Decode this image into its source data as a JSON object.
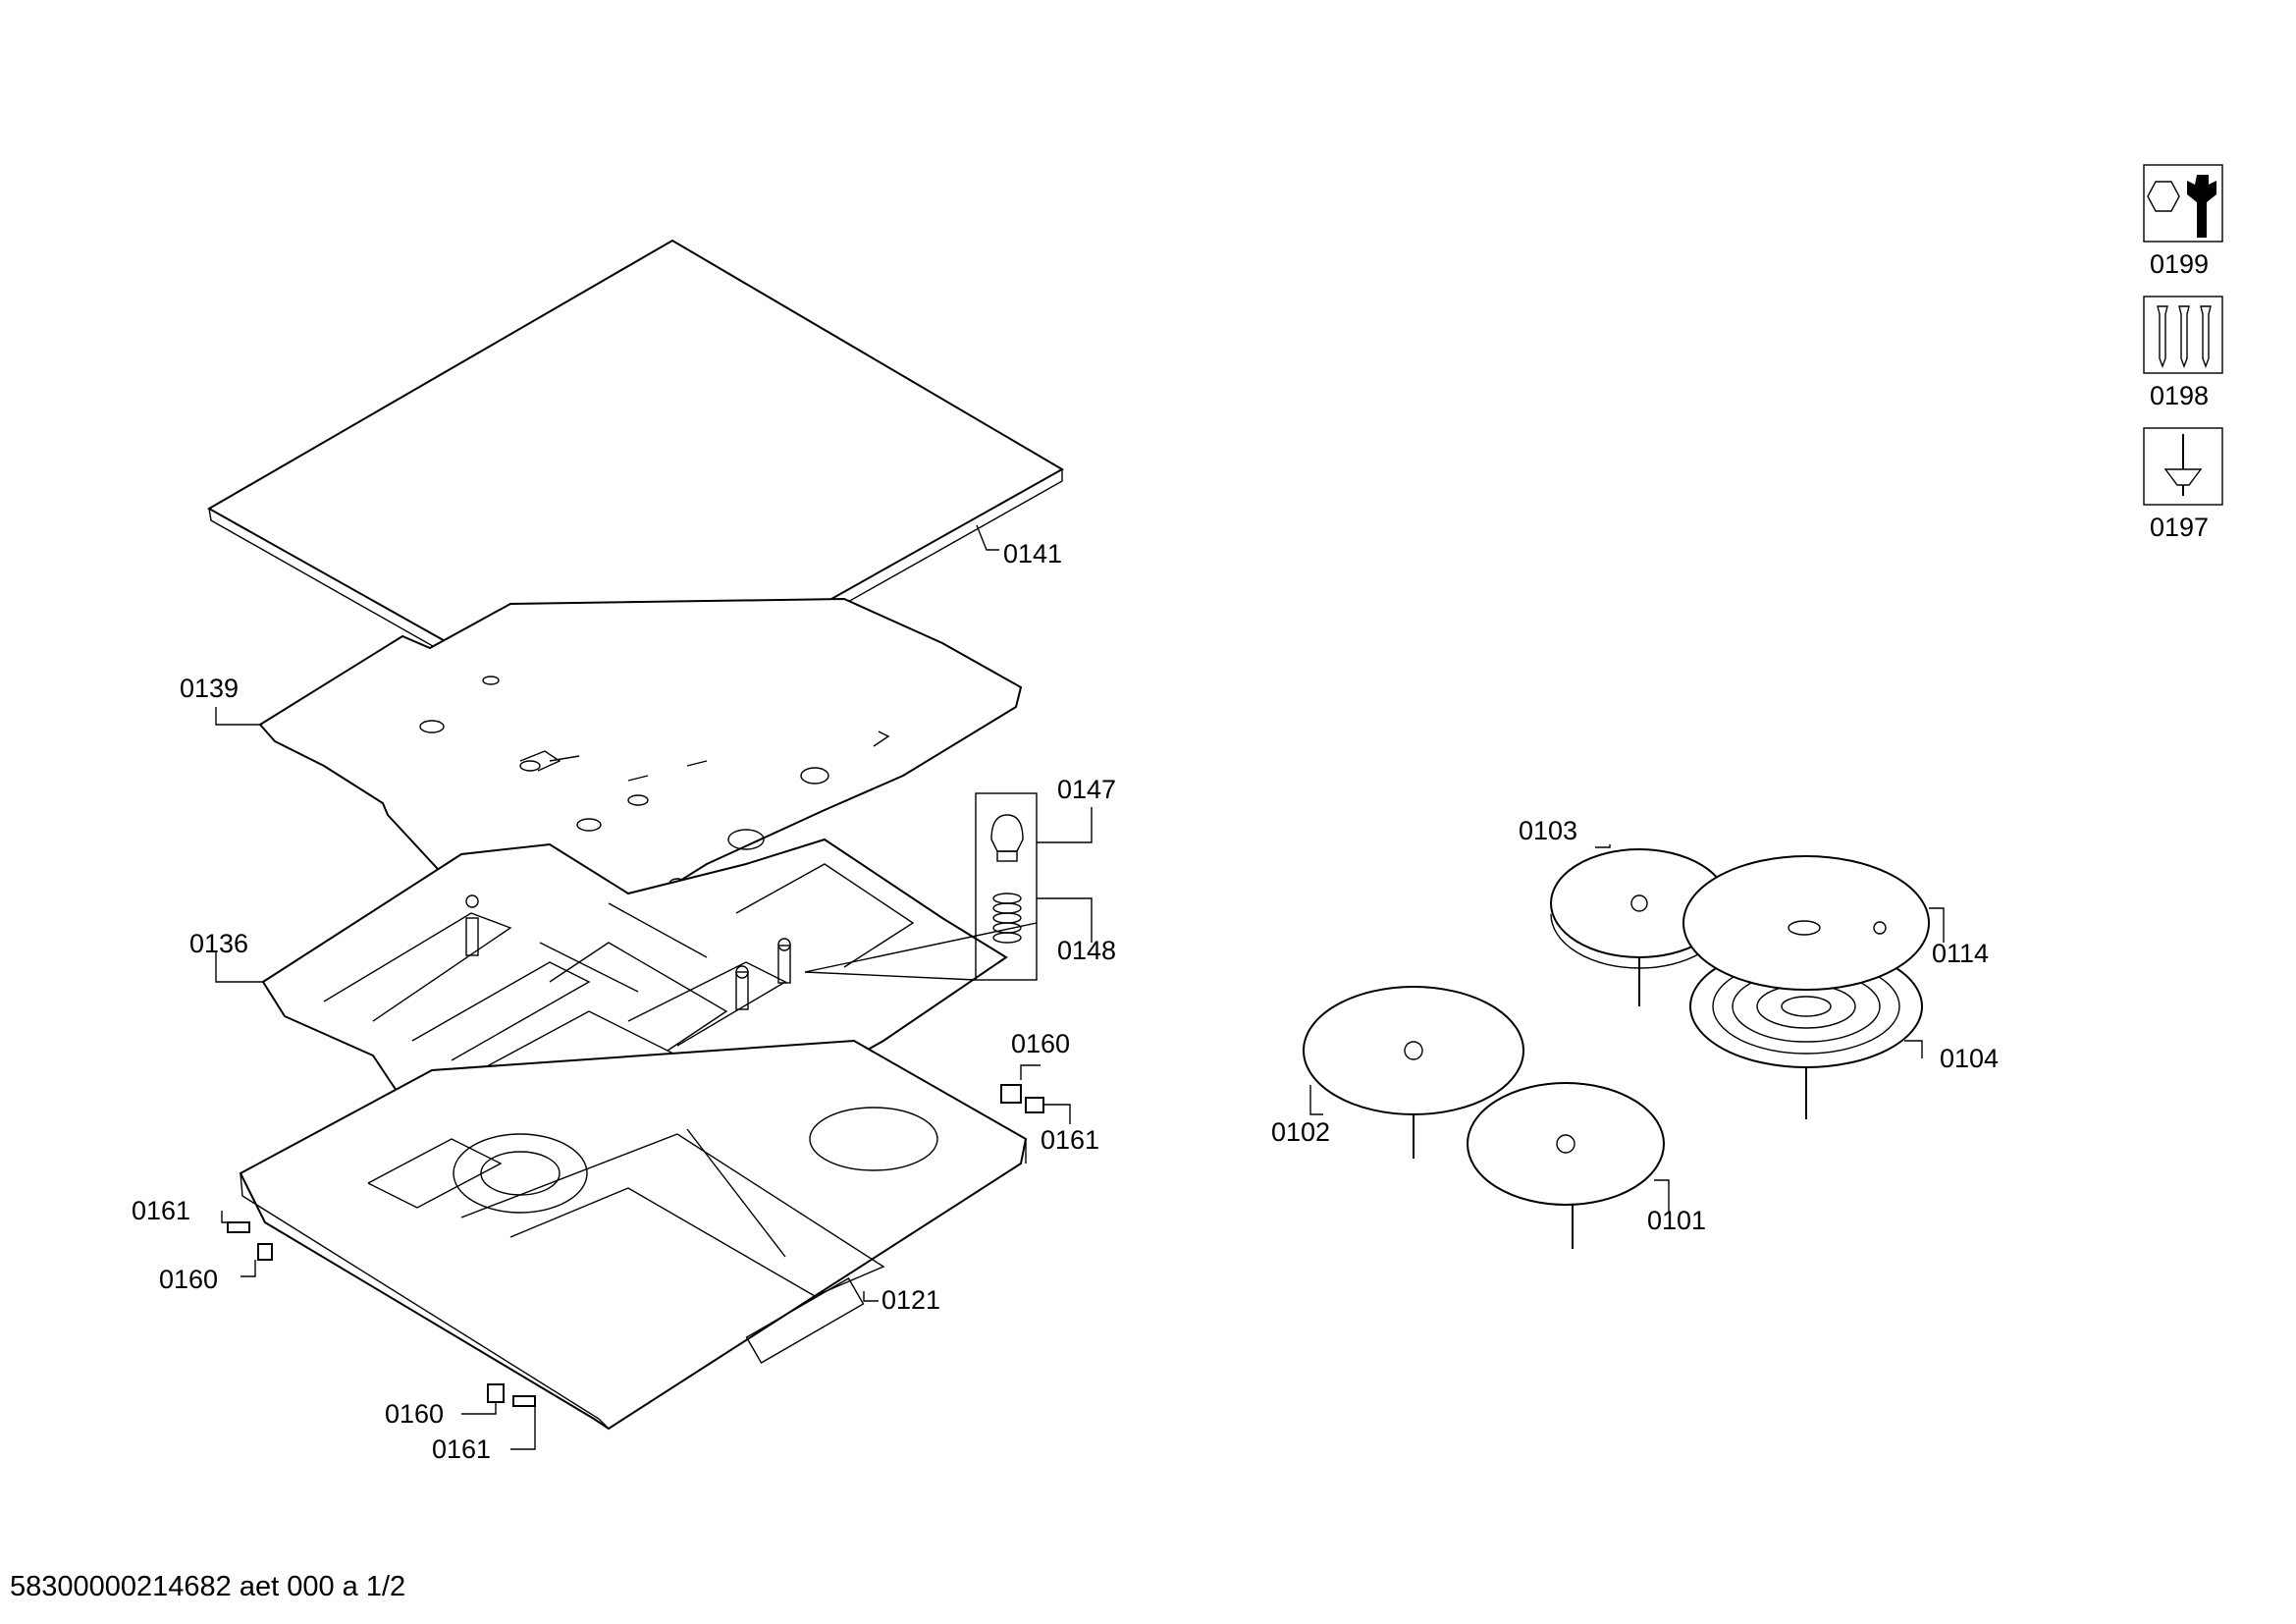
{
  "labels": {
    "p0141": "0141",
    "p0139": "0139",
    "p0136": "0136",
    "p0147": "0147",
    "p0148": "0148",
    "p0160_right": "0160",
    "p0161_right": "0161",
    "p0161_left": "0161",
    "p0160_left": "0160",
    "p0121": "0121",
    "p0160_bottom": "0160",
    "p0161_bottom": "0161",
    "p0103": "0103",
    "p0114": "0114",
    "p0104": "0104",
    "p0102": "0102",
    "p0101": "0101",
    "p0199": "0199",
    "p0198": "0198",
    "p0197": "0197"
  },
  "icons": {
    "i0199": "nut-wrench-icon",
    "i0198": "screws-icon",
    "i0197": "screwdriver-icon"
  },
  "footer": "58300000214682 aet 000 a 1/2"
}
